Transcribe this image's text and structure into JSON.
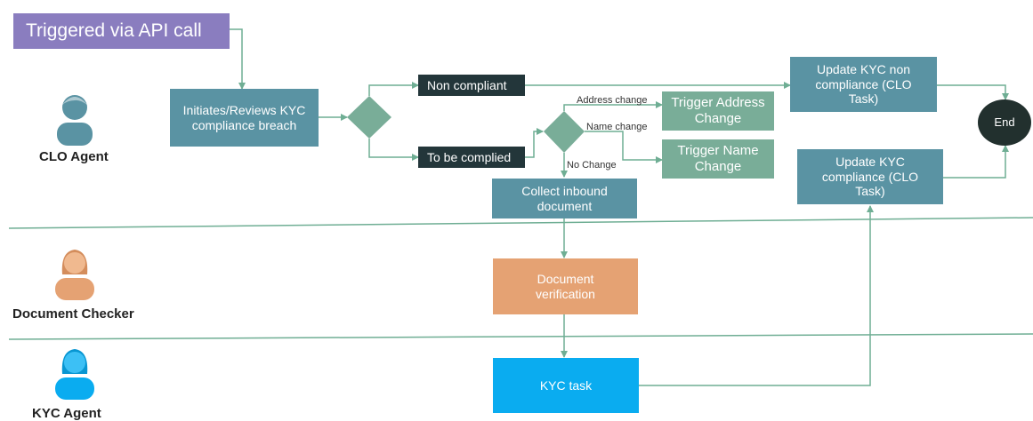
{
  "trigger": "Triggered via API call",
  "lanes": {
    "clo": "CLO Agent",
    "checker": "Document Checker",
    "kyc": "KYC Agent"
  },
  "nodes": {
    "initiate": "Initiates/Reviews KYC compliance breach",
    "non_compliant": "Non compliant",
    "to_be_complied": "To be complied",
    "update_non": "Update KYC non compliance (CLO Task)",
    "trigger_address": "Trigger Address Change",
    "trigger_name": "Trigger Name Change",
    "collect": "Collect inbound document",
    "update_compliance": "Update KYC compliance (CLO Task)",
    "end": "End",
    "doc_verification": "Document verification",
    "kyc_task": "KYC task"
  },
  "edge_labels": {
    "address_change": "Address change",
    "name_change": "Name change",
    "no_change": "No Change"
  },
  "colors": {
    "trigger": "#8a7dbf",
    "task": "#5a93a3",
    "subtask": "#79ad98",
    "decision_result": "#23363a",
    "checker": "#e5a273",
    "kyc": "#0aacf0",
    "end": "#22302e",
    "connector": "#6fae94"
  }
}
